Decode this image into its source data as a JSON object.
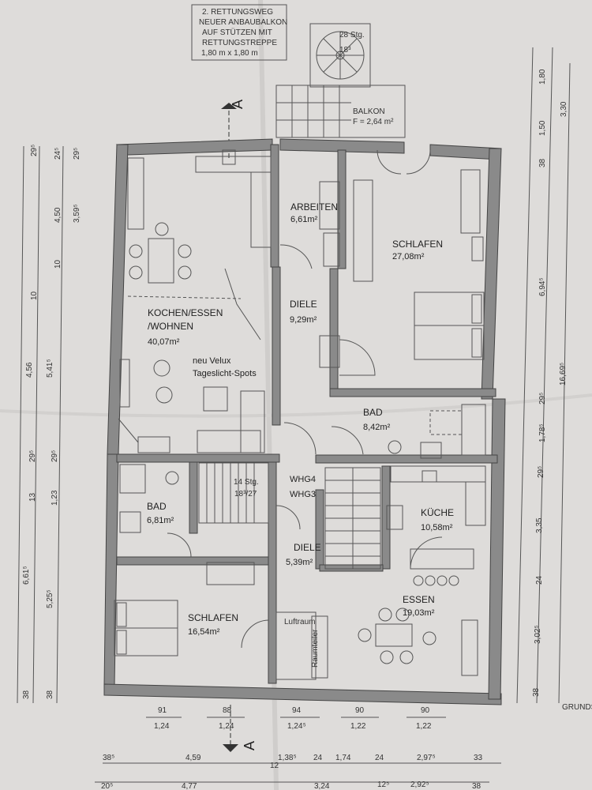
{
  "note": {
    "line1": "2. RETTUNGSWEG",
    "line2": "NEUER ANBAUBALKON",
    "line3": "AUF STÜTZEN MIT",
    "line4": "RETTUNGSTREPPE",
    "line5": "1,80 m x 1,80 m"
  },
  "section_marker": "A",
  "rooms": {
    "balkon": {
      "name": "BALKON",
      "area": "F = 2,64 m²"
    },
    "outer_stair": {
      "steps": "28 Stg.",
      "rise": "18³"
    },
    "arbeiten": {
      "name": "ARBEITEN",
      "area": "6,61m²"
    },
    "schlafen_top": {
      "name": "SCHLAFEN",
      "area": "27,08m²"
    },
    "kochen": {
      "name1": "KOCHEN/ESSEN",
      "name2": "/WOHNEN",
      "area": "40,07m²"
    },
    "velux": {
      "line1": "neu Velux",
      "line2": "Tageslicht-Spots"
    },
    "diele_top": {
      "name": "DIELE",
      "area": "9,29m²"
    },
    "bad_right": {
      "name": "BAD",
      "area": "8,42m²"
    },
    "bad_left": {
      "name": "BAD",
      "area": "6,81m²"
    },
    "stair": {
      "steps": "14 Stg.",
      "rise": "18³/27"
    },
    "whg4": "WHG4",
    "whg3": "WHG3",
    "kueche": {
      "name": "KÜCHE",
      "area": "10,58m²"
    },
    "diele_bottom": {
      "name": "DIELE",
      "area": "5,39m²"
    },
    "essen": {
      "name": "ESSEN",
      "area": "19,03m²"
    },
    "schlafen_bottom": {
      "name": "SCHLAFEN",
      "area": "16,54m²"
    },
    "luftraum": "Luftraum",
    "raumteiler": "Raumteiler"
  },
  "right_dims": {
    "d180": "1,80",
    "d330": "3,30",
    "d150": "1,50",
    "d38a": "38",
    "d694": "6,94⁵",
    "d1669": "16,69⁵",
    "d29a": "29⁵",
    "d178": "1,78⁵",
    "d29b": "29⁵",
    "d335": "3,35",
    "d24": "24",
    "d302": "3,02⁵",
    "d38b": "38"
  },
  "left_dims": {
    "d295a": "29⁵",
    "d24b": "24⁵",
    "d29c": "29⁵",
    "d450": "4,50",
    "d359": "3,59⁵",
    "d10a": "10",
    "d10b": "10",
    "d456": "4,56",
    "d541": "5,41⁵",
    "d29d": "29⁵",
    "d29e": "29⁵",
    "d13": "13",
    "d123": "1,23",
    "d661": "6,61⁵",
    "d525": "5,25⁵",
    "d38c": "38",
    "d38d": "38"
  },
  "window_dims": [
    {
      "top": "91",
      "bottom": "1,24"
    },
    {
      "top": "88",
      "bottom": "1,24"
    },
    {
      "top": "94",
      "bottom": "1,24⁵"
    },
    {
      "top": "90",
      "bottom": "1,22"
    },
    {
      "top": "90",
      "bottom": "1,22"
    }
  ],
  "bottom_dims_row1": [
    "38⁵",
    "4,59",
    "12",
    "1,38⁵",
    "24",
    "1,74",
    "24",
    "2,97⁵",
    "33"
  ],
  "bottom_dims_row2": [
    "20⁵",
    "4,77",
    "3,24",
    "12⁵",
    "2,92⁵",
    "38"
  ],
  "grunds_label": "GRUNDS"
}
